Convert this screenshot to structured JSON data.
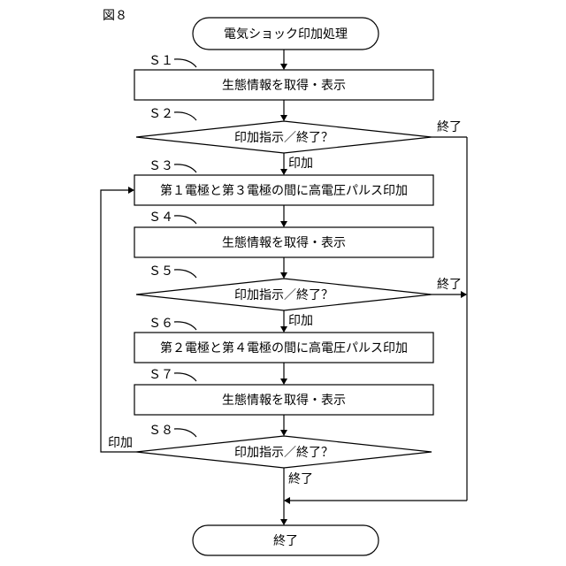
{
  "figure_label": "図８",
  "start_label": "電気ショック印加処理",
  "end_label": "終了",
  "steps": [
    {
      "id": "Ｓ１",
      "text": "生態情報を取得・表示"
    },
    {
      "id": "Ｓ２",
      "text": "印加指示／終了？"
    },
    {
      "id": "Ｓ３",
      "text": "第１電極と第３電極の間に高電圧パルス印加"
    },
    {
      "id": "Ｓ４",
      "text": "生態情報を取得・表示"
    },
    {
      "id": "Ｓ５",
      "text": "印加指示／終了？"
    },
    {
      "id": "Ｓ６",
      "text": "第２電極と第４電極の間に高電圧パルス印加"
    },
    {
      "id": "Ｓ７",
      "text": "生態情報を取得・表示"
    },
    {
      "id": "Ｓ８",
      "text": "印加指示／終了？"
    }
  ],
  "branch_labels": {
    "s2_apply": "印加",
    "s2_end": "終了",
    "s5_apply": "印加",
    "s5_end": "終了",
    "s8_apply": "印加",
    "s8_end": "終了"
  }
}
